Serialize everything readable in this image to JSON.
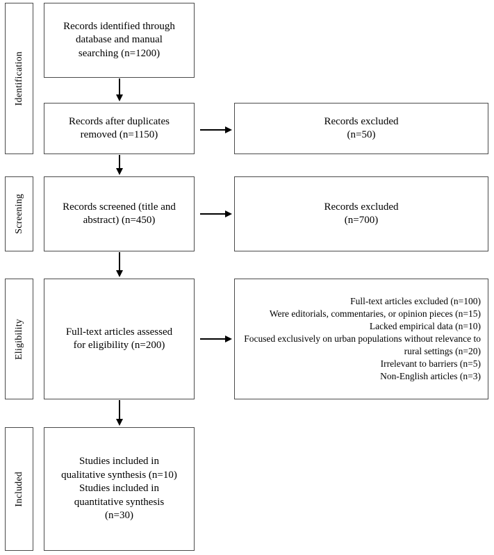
{
  "diagram": {
    "type": "prisma-flow-diagram",
    "stages": [
      {
        "id": "identification",
        "label": "Identification"
      },
      {
        "id": "screening",
        "label": "Screening"
      },
      {
        "id": "eligibility",
        "label": "Eligibility"
      },
      {
        "id": "included",
        "label": "Included"
      }
    ],
    "main_boxes": [
      {
        "id": "records-identified",
        "lines": [
          "Records identified through",
          "database and manual",
          "searching (n=1200)"
        ]
      },
      {
        "id": "records-after-duplicates",
        "lines": [
          "Records after duplicates",
          "removed (n=1150)"
        ]
      },
      {
        "id": "records-screened",
        "lines": [
          "Records screened (title and",
          "abstract) (n=450)"
        ]
      },
      {
        "id": "full-text-assessed",
        "lines": [
          "Full-text articles assessed",
          "for eligibility (n=200)"
        ]
      },
      {
        "id": "studies-included",
        "lines": [
          "Studies included in",
          "qualitative synthesis (n=10)",
          "Studies included in",
          "quantitative synthesis",
          "(n=30)"
        ]
      }
    ],
    "side_boxes": [
      {
        "id": "records-excluded-duplicates",
        "lines": [
          "Records excluded",
          "(n=50)"
        ]
      },
      {
        "id": "records-excluded-screening",
        "lines": [
          "Records excluded",
          "(n=700)"
        ]
      },
      {
        "id": "full-text-excluded",
        "lines": [
          "Full-text articles excluded (n=100)",
          "Were editorials, commentaries, or opinion pieces (n=15)",
          "Lacked empirical data (n=10)",
          "Focused exclusively on urban populations without relevance to rural settings (n=20)",
          "Irrelevant to barriers (n=5)",
          "Non-English articles (n=3)"
        ]
      }
    ],
    "colors": {
      "border": "#4a4a4a",
      "arrow": "#000000",
      "background": "#ffffff",
      "text": "#000000"
    }
  }
}
